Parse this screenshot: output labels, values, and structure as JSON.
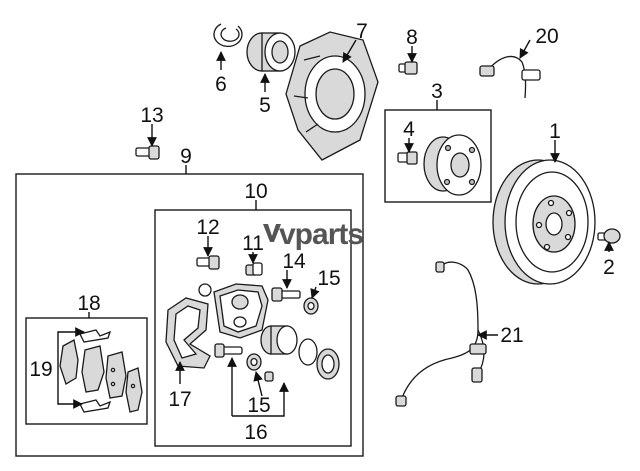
{
  "watermark": "vparts",
  "callouts": [
    {
      "id": "c1",
      "text": "1"
    },
    {
      "id": "c2",
      "text": "2"
    },
    {
      "id": "c3",
      "text": "3"
    },
    {
      "id": "c4",
      "text": "4"
    },
    {
      "id": "c5",
      "text": "5"
    },
    {
      "id": "c6",
      "text": "6"
    },
    {
      "id": "c7",
      "text": "7"
    },
    {
      "id": "c8",
      "text": "8"
    },
    {
      "id": "c9",
      "text": "9"
    },
    {
      "id": "c10",
      "text": "10"
    },
    {
      "id": "c11",
      "text": "11"
    },
    {
      "id": "c12",
      "text": "12"
    },
    {
      "id": "c13",
      "text": "13"
    },
    {
      "id": "c14",
      "text": "14"
    },
    {
      "id": "c15a",
      "text": "15"
    },
    {
      "id": "c15b",
      "text": "15"
    },
    {
      "id": "c16",
      "text": "16"
    },
    {
      "id": "c17",
      "text": "17"
    },
    {
      "id": "c18",
      "text": "18"
    },
    {
      "id": "c19",
      "text": "19"
    },
    {
      "id": "c20",
      "text": "20"
    },
    {
      "id": "c21",
      "text": "21"
    }
  ]
}
